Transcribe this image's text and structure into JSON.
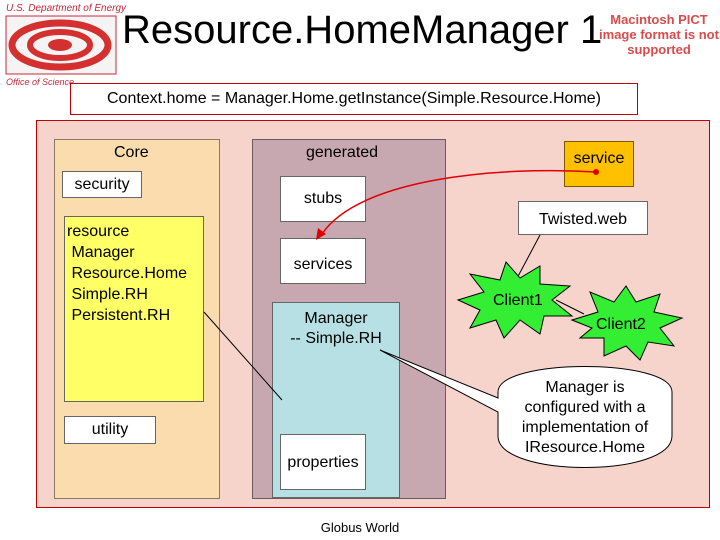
{
  "header": {
    "department": "U.S. Department of Energy",
    "office": "Office of Science",
    "title": "Resource.HomeManager 1",
    "pict_notice": "Macintosh PICT image format is not supported"
  },
  "context_line": "Context.home = Manager.Home.getInstance(Simple.Resource.Home)",
  "core": {
    "label": "Core",
    "security": "security",
    "resource_lines": [
      "resource",
      " Manager",
      " Resource.Home",
      " Simple.RH",
      " Persistent.RH"
    ],
    "utility": "utility"
  },
  "generated": {
    "label": "generated",
    "stubs": "stubs",
    "services": "services",
    "manager_lines": [
      "Manager",
      "-- Simple.RH"
    ],
    "properties": "properties"
  },
  "right": {
    "service": "service",
    "twisted": "Twisted.web",
    "client1": "Client1",
    "client2": "Client2",
    "callout_lines": [
      "Manager is",
      "configured with a",
      "implementation of",
      "IResource.Home"
    ]
  },
  "footer": "Globus World",
  "colors": {
    "border_red": "#c00000",
    "core_bg": "#fbdcae",
    "generated_bg": "#c8a8b0",
    "manager_bg": "#b6e0e4",
    "resource_bg": "#ffff66",
    "service_bg": "#ffc000",
    "client_green": "#33ee33"
  },
  "icons": {
    "logo": "doe-office-of-science-logo"
  }
}
